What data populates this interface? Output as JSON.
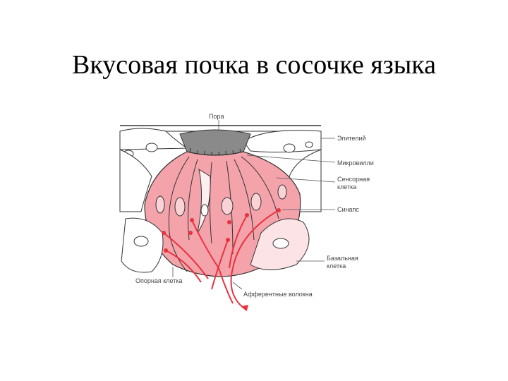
{
  "slide": {
    "title": "Вкусовая почка в сосочке языка"
  },
  "diagram": {
    "labels": {
      "pore": "Пора",
      "epithelium": "Эпителий",
      "microvilli": "Микровилли",
      "sensory_cell_1": "Сенсорная",
      "sensory_cell_2": "клетка",
      "synapse": "Синапс",
      "basal_cell_1": "Базальная",
      "basal_cell_2": "клетка",
      "supporting_cell": "Опорная клетка",
      "afferent_fibers": "Афферентные волокна"
    },
    "colors": {
      "bud_fill": "#f4a3ab",
      "nerve": "#e8333f",
      "line": "#333333",
      "pore_fill": "#777777"
    }
  }
}
